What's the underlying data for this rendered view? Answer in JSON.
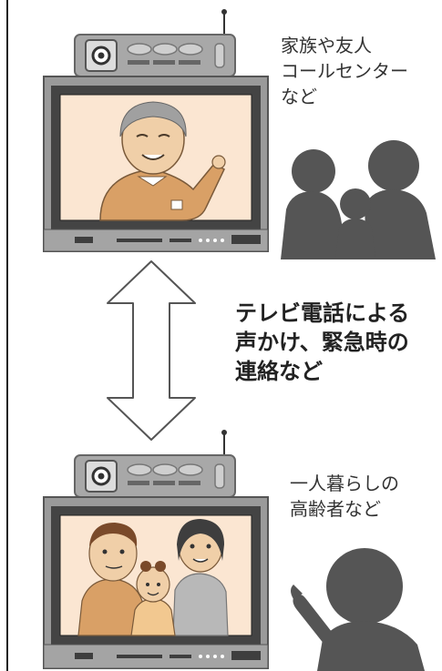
{
  "labels": {
    "top": [
      "家族や友人",
      "コールセンター",
      "など"
    ],
    "middle": [
      "テレビ電話による",
      "声かけ、緊急時の",
      "連絡など"
    ],
    "bottom": [
      "一人暮らしの",
      "高齢者など"
    ]
  },
  "colors": {
    "tv_frame": "#9a9a9a",
    "tv_dark": "#3e3e3e",
    "screen_bg": "#fbe6d2",
    "silhouette": "#555555",
    "arrow_stroke": "#555555",
    "skin": "#f0cfa8",
    "shirt": "#d9a066"
  }
}
